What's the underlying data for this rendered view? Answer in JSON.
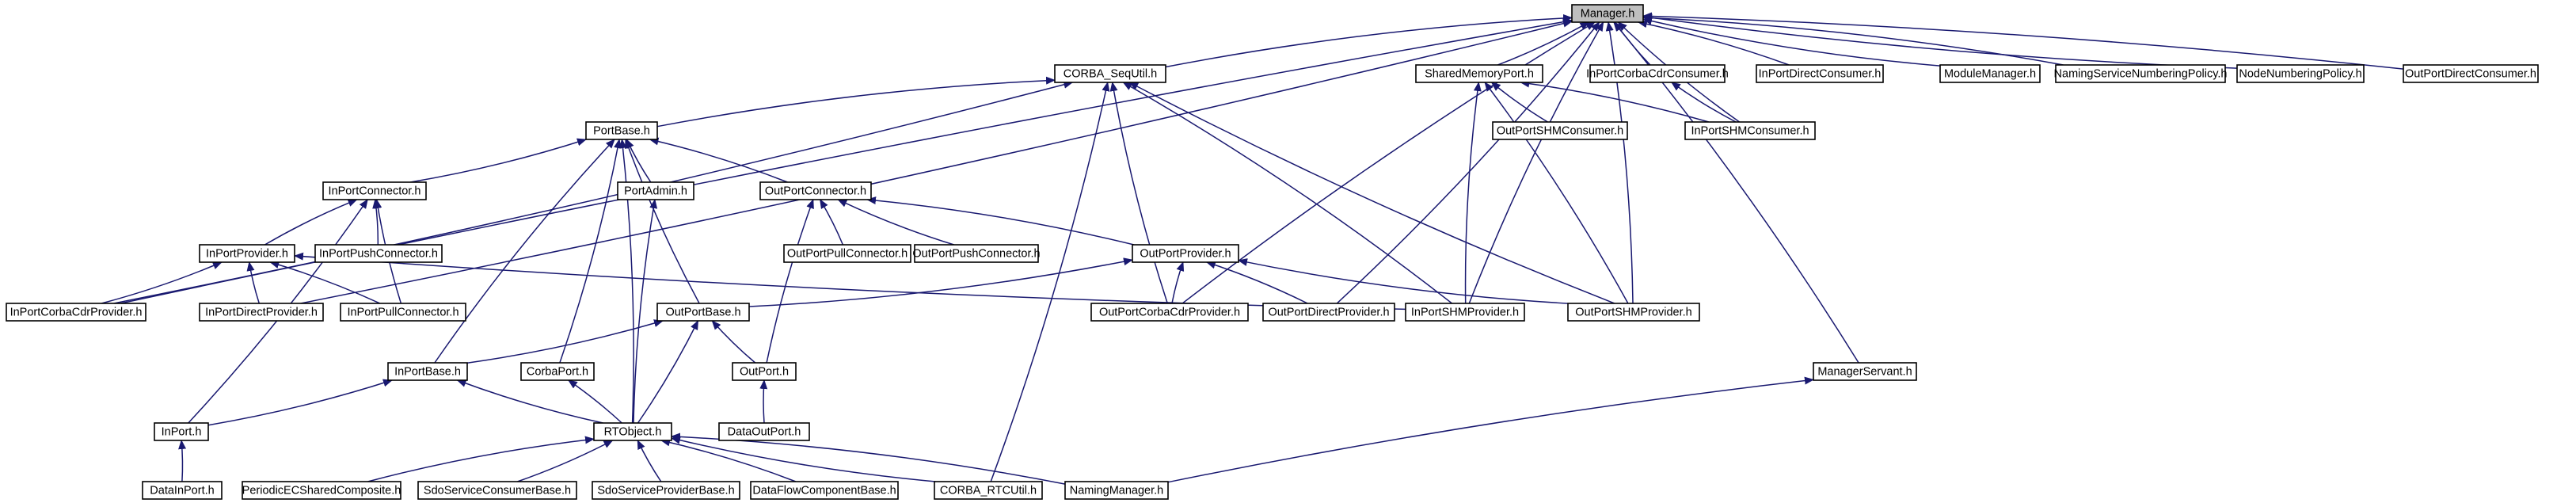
{
  "nodes": [
    {
      "id": "manager_h",
      "label": "Manager.h",
      "highlight": true
    },
    {
      "id": "corba_sequtil_h",
      "label": "CORBA_SeqUtil.h"
    },
    {
      "id": "sharedmemoryport_h",
      "label": "SharedMemoryPort.h"
    },
    {
      "id": "inportcorbacdrconsumer_h",
      "label": "InPortCorbaCdrConsumer.h"
    },
    {
      "id": "inportdirectconsumer_h",
      "label": "InPortDirectConsumer.h"
    },
    {
      "id": "modulemanager_h",
      "label": "ModuleManager.h"
    },
    {
      "id": "namingservicenumberingpolicy_h",
      "label": "NamingServiceNumberingPolicy.h"
    },
    {
      "id": "nodenumberingpolicy_h",
      "label": "NodeNumberingPolicy.h"
    },
    {
      "id": "outportdirectconsumer_h",
      "label": "OutPortDirectConsumer.h"
    },
    {
      "id": "portbase_h",
      "label": "PortBase.h"
    },
    {
      "id": "outportshmconsumer_h",
      "label": "OutPortSHMConsumer.h"
    },
    {
      "id": "inportshmconsumer_h",
      "label": "InPortSHMConsumer.h"
    },
    {
      "id": "inportconnector_h",
      "label": "InPortConnector.h"
    },
    {
      "id": "portadmin_h",
      "label": "PortAdmin.h"
    },
    {
      "id": "outportconnector_h",
      "label": "OutPortConnector.h"
    },
    {
      "id": "inportprovider_h",
      "label": "InPortProvider.h"
    },
    {
      "id": "inportpushconnector_h",
      "label": "InPortPushConnector.h"
    },
    {
      "id": "outportpullconnector_h",
      "label": "OutPortPullConnector.h"
    },
    {
      "id": "outportpushconnector_h",
      "label": "OutPortPushConnector.h"
    },
    {
      "id": "outportprovider_h",
      "label": "OutPortProvider.h"
    },
    {
      "id": "inportcorbacdrprovider_h",
      "label": "InPortCorbaCdrProvider.h"
    },
    {
      "id": "inportdirectprovider_h",
      "label": "InPortDirectProvider.h"
    },
    {
      "id": "inportpullconnector_h",
      "label": "InPortPullConnector.h"
    },
    {
      "id": "outportbase_h",
      "label": "OutPortBase.h"
    },
    {
      "id": "outportcorbacdrprovider_h",
      "label": "OutPortCorbaCdrProvider.h"
    },
    {
      "id": "outportdirectprovider_h",
      "label": "OutPortDirectProvider.h"
    },
    {
      "id": "inportshmprovider_h",
      "label": "InPortSHMProvider.h"
    },
    {
      "id": "outportshmprovider_h",
      "label": "OutPortSHMProvider.h"
    },
    {
      "id": "managerservant_h",
      "label": "ManagerServant.h"
    },
    {
      "id": "inportbase_h",
      "label": "InPortBase.h"
    },
    {
      "id": "corbaport_h",
      "label": "CorbaPort.h"
    },
    {
      "id": "outport_h",
      "label": "OutPort.h"
    },
    {
      "id": "inport_h",
      "label": "InPort.h"
    },
    {
      "id": "rtobject_h",
      "label": "RTObject.h"
    },
    {
      "id": "dataoutport_h",
      "label": "DataOutPort.h"
    },
    {
      "id": "datainport_h",
      "label": "DataInPort.h"
    },
    {
      "id": "periodicecsharedcomposite_h",
      "label": "PeriodicECSharedComposite.h"
    },
    {
      "id": "sdoserviceconsumerbase_h",
      "label": "SdoServiceConsumerBase.h"
    },
    {
      "id": "sdoserviceproviderbase_h",
      "label": "SdoServiceProviderBase.h"
    },
    {
      "id": "dataflowcomponentbase_h",
      "label": "DataFlowComponentBase.h"
    },
    {
      "id": "corba_rtcutil_h",
      "label": "CORBA_RTCUtil.h"
    },
    {
      "id": "namingmanager_h",
      "label": "NamingManager.h"
    }
  ],
  "edges": [
    {
      "to": "manager_h",
      "from": "corba_sequtil_h"
    },
    {
      "to": "manager_h",
      "from": "sharedmemoryport_h"
    },
    {
      "to": "manager_h",
      "from": "inportcorbacdrconsumer_h"
    },
    {
      "to": "manager_h",
      "from": "inportdirectconsumer_h"
    },
    {
      "to": "manager_h",
      "from": "modulemanager_h"
    },
    {
      "to": "manager_h",
      "from": "namingservicenumberingpolicy_h"
    },
    {
      "to": "manager_h",
      "from": "nodenumberingpolicy_h"
    },
    {
      "to": "manager_h",
      "from": "outportdirectconsumer_h"
    },
    {
      "to": "manager_h",
      "from": "inportshmconsumer_h"
    },
    {
      "to": "manager_h",
      "from": "managerservant_h"
    },
    {
      "to": "manager_h",
      "from": "inportcorbacdrprovider_h"
    },
    {
      "to": "manager_h",
      "from": "inportdirectprovider_h"
    },
    {
      "to": "manager_h",
      "from": "outportcorbacdrprovider_h"
    },
    {
      "to": "manager_h",
      "from": "outportdirectprovider_h"
    },
    {
      "to": "manager_h",
      "from": "inportshmprovider_h"
    },
    {
      "to": "manager_h",
      "from": "outportshmprovider_h"
    },
    {
      "to": "corba_sequtil_h",
      "from": "portbase_h"
    },
    {
      "to": "corba_sequtil_h",
      "from": "inportcorbacdrprovider_h"
    },
    {
      "to": "corba_sequtil_h",
      "from": "outportcorbacdrprovider_h"
    },
    {
      "to": "corba_sequtil_h",
      "from": "inportshmprovider_h"
    },
    {
      "to": "corba_sequtil_h",
      "from": "outportshmprovider_h"
    },
    {
      "to": "corba_sequtil_h",
      "from": "corba_rtcutil_h"
    },
    {
      "to": "sharedmemoryport_h",
      "from": "outportshmconsumer_h"
    },
    {
      "to": "sharedmemoryport_h",
      "from": "inportshmconsumer_h"
    },
    {
      "to": "sharedmemoryport_h",
      "from": "inportshmprovider_h"
    },
    {
      "to": "sharedmemoryport_h",
      "from": "outportshmprovider_h"
    },
    {
      "to": "inportcorbacdrconsumer_h",
      "from": "inportshmconsumer_h"
    },
    {
      "to": "portbase_h",
      "from": "inportconnector_h"
    },
    {
      "to": "portbase_h",
      "from": "portadmin_h"
    },
    {
      "to": "portbase_h",
      "from": "outportconnector_h"
    },
    {
      "to": "portbase_h",
      "from": "inportbase_h"
    },
    {
      "to": "portbase_h",
      "from": "corbaport_h"
    },
    {
      "to": "portbase_h",
      "from": "outportbase_h"
    },
    {
      "to": "portbase_h",
      "from": "rtobject_h"
    },
    {
      "to": "inportconnector_h",
      "from": "inportprovider_h"
    },
    {
      "to": "inportconnector_h",
      "from": "inportpushconnector_h"
    },
    {
      "to": "inportconnector_h",
      "from": "inportpullconnector_h"
    },
    {
      "to": "inportconnector_h",
      "from": "inport_h"
    },
    {
      "to": "portadmin_h",
      "from": "rtobject_h"
    },
    {
      "to": "outportconnector_h",
      "from": "outportpullconnector_h"
    },
    {
      "to": "outportconnector_h",
      "from": "outportpushconnector_h"
    },
    {
      "to": "outportconnector_h",
      "from": "outportprovider_h"
    },
    {
      "to": "outportconnector_h",
      "from": "outport_h"
    },
    {
      "to": "inportprovider_h",
      "from": "inportcorbacdrprovider_h"
    },
    {
      "to": "inportprovider_h",
      "from": "inportdirectprovider_h"
    },
    {
      "to": "inportprovider_h",
      "from": "inportpullconnector_h"
    },
    {
      "to": "inportprovider_h",
      "from": "inportshmprovider_h"
    },
    {
      "to": "outportprovider_h",
      "from": "outportbase_h"
    },
    {
      "to": "outportprovider_h",
      "from": "outportcorbacdrprovider_h"
    },
    {
      "to": "outportprovider_h",
      "from": "outportdirectprovider_h"
    },
    {
      "to": "outportprovider_h",
      "from": "outportshmprovider_h"
    },
    {
      "to": "outportbase_h",
      "from": "inportbase_h"
    },
    {
      "to": "outportbase_h",
      "from": "outport_h"
    },
    {
      "to": "outportbase_h",
      "from": "rtobject_h"
    },
    {
      "to": "managerservant_h",
      "from": "namingmanager_h"
    },
    {
      "to": "inportbase_h",
      "from": "inport_h"
    },
    {
      "to": "inportbase_h",
      "from": "rtobject_h"
    },
    {
      "to": "corbaport_h",
      "from": "rtobject_h"
    },
    {
      "to": "outport_h",
      "from": "dataoutport_h"
    },
    {
      "to": "inport_h",
      "from": "datainport_h"
    },
    {
      "to": "rtobject_h",
      "from": "periodicecsharedcomposite_h"
    },
    {
      "to": "rtobject_h",
      "from": "sdoserviceconsumerbase_h"
    },
    {
      "to": "rtobject_h",
      "from": "sdoserviceproviderbase_h"
    },
    {
      "to": "rtobject_h",
      "from": "dataflowcomponentbase_h"
    },
    {
      "to": "rtobject_h",
      "from": "corba_rtcutil_h"
    },
    {
      "to": "rtobject_h",
      "from": "namingmanager_h"
    }
  ]
}
